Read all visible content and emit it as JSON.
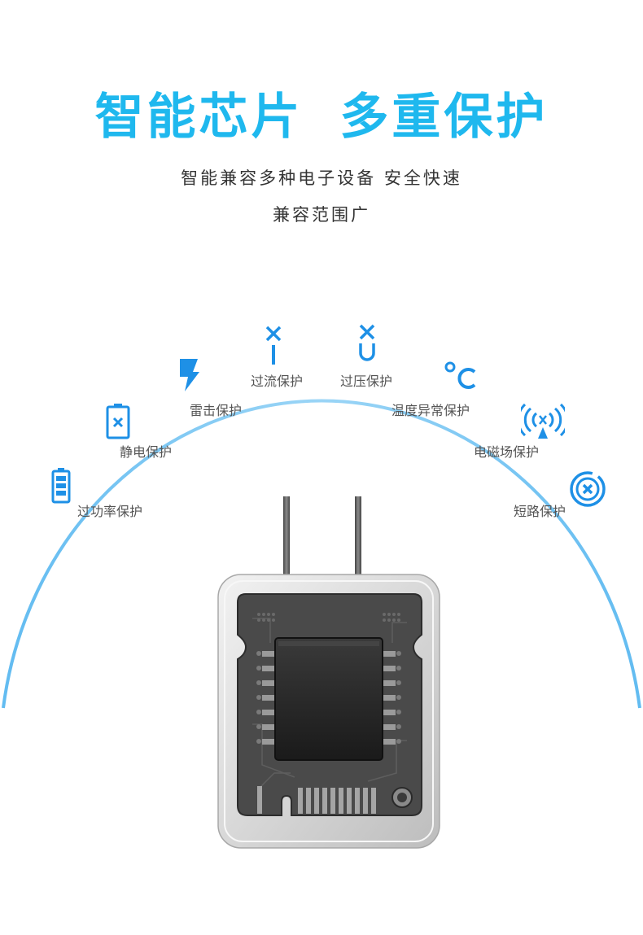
{
  "header": {
    "headline": "智能芯片  多重保护",
    "subline_1": "智能兼容多种电子设备 安全快速",
    "subline_2": "兼容范围广"
  },
  "protections": [
    {
      "label": "过功率保护",
      "icon": "battery-full-icon"
    },
    {
      "label": "静电保护",
      "icon": "battery-x-icon"
    },
    {
      "label": "雷击保护",
      "icon": "lightning-icon"
    },
    {
      "label": "过流保护",
      "icon": "current-x-icon"
    },
    {
      "label": "过压保护",
      "icon": "voltage-x-icon"
    },
    {
      "label": "温度异常保护",
      "icon": "celsius-icon"
    },
    {
      "label": "电磁场保护",
      "icon": "antenna-signal-icon"
    },
    {
      "label": "短路保护",
      "icon": "short-circuit-icon"
    }
  ],
  "colors": {
    "accent": "#1fb8ee",
    "icon_blue": "#1e90e6",
    "arc": "#7cc6f2",
    "text_dark": "#333333",
    "text_label": "#555555"
  }
}
